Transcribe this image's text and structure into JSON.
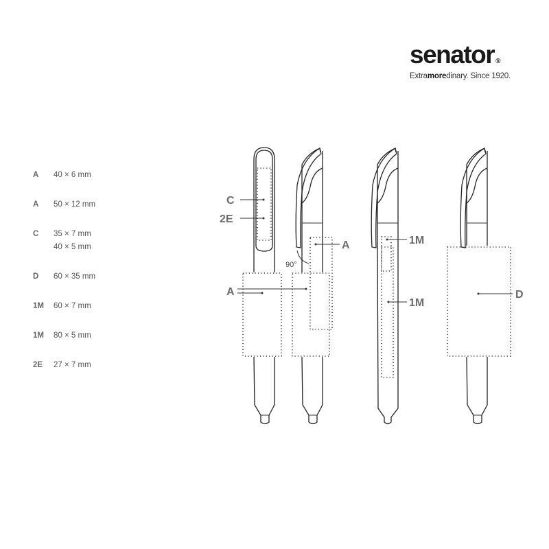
{
  "logo": {
    "word": "senator",
    "reg": "®",
    "tagline_pre": "Extra",
    "tagline_bold": "more",
    "tagline_post": "dinary. Since 1920."
  },
  "specs": [
    {
      "code": "A",
      "size": "40 × 6 mm"
    },
    {
      "code": "A",
      "size": "50 × 12 mm"
    },
    {
      "code": "C",
      "size": "35 × 7 mm"
    },
    {
      "code": "",
      "size": "40 × 5 mm"
    },
    {
      "code": "D",
      "size": "60 × 35 mm"
    },
    {
      "code": "1M",
      "size": "60 × 7 mm"
    },
    {
      "code": "1M",
      "size": "80 × 5 mm"
    },
    {
      "code": "2E",
      "size": "27 × 7 mm"
    }
  ],
  "diagram": {
    "labels": {
      "c": "C",
      "e2": "2E",
      "a_left": "A",
      "a_right": "A",
      "angle": "90°",
      "m1_top": "1M",
      "m1_mid": "1M",
      "d": "D"
    }
  }
}
